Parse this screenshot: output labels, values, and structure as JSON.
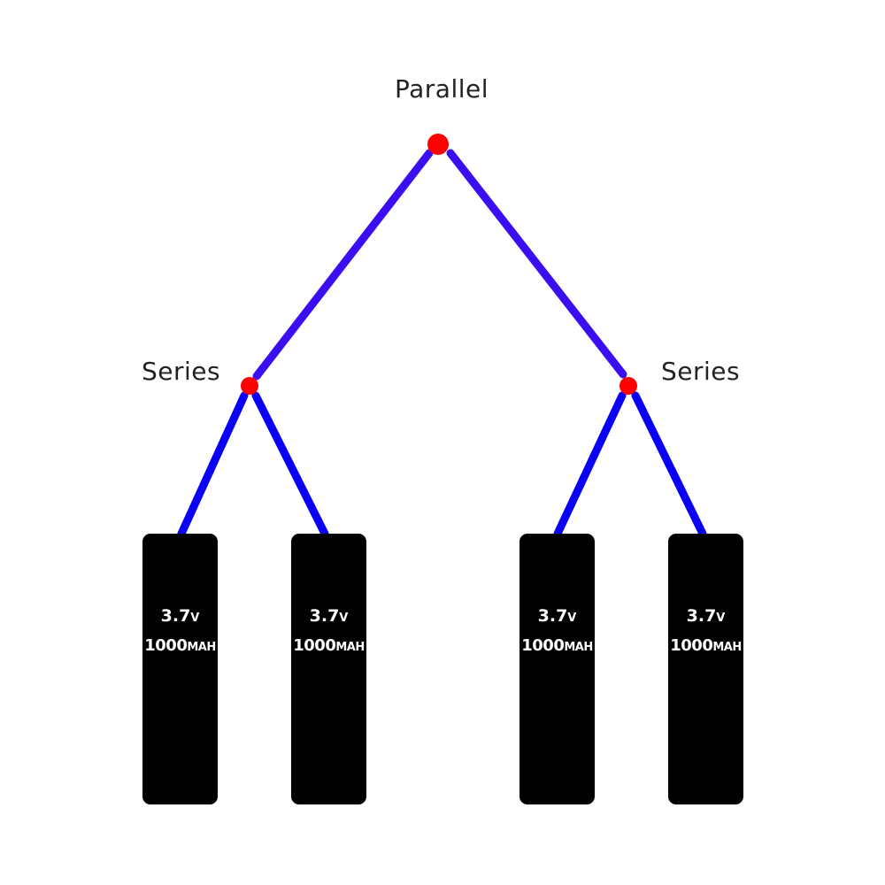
{
  "diagram": {
    "title": "Parallel",
    "groups": [
      {
        "label": "Series",
        "side": "left"
      },
      {
        "label": "Series",
        "side": "right"
      }
    ],
    "batteries": [
      {
        "voltage": "3.7",
        "voltage_unit": "V",
        "capacity": "1000",
        "capacity_unit": "MAH"
      },
      {
        "voltage": "3.7",
        "voltage_unit": "V",
        "capacity": "1000",
        "capacity_unit": "MAH"
      },
      {
        "voltage": "3.7",
        "voltage_unit": "V",
        "capacity": "1000",
        "capacity_unit": "MAH"
      },
      {
        "voltage": "3.7",
        "voltage_unit": "V",
        "capacity": "1000",
        "capacity_unit": "MAH"
      }
    ],
    "colors": {
      "upper_wire": "#3a0ef0",
      "lower_wire": "#0a00f5",
      "node": "#ff0000",
      "battery": "#000000",
      "battery_text": "#ffffff",
      "label_text": "#222222"
    }
  }
}
